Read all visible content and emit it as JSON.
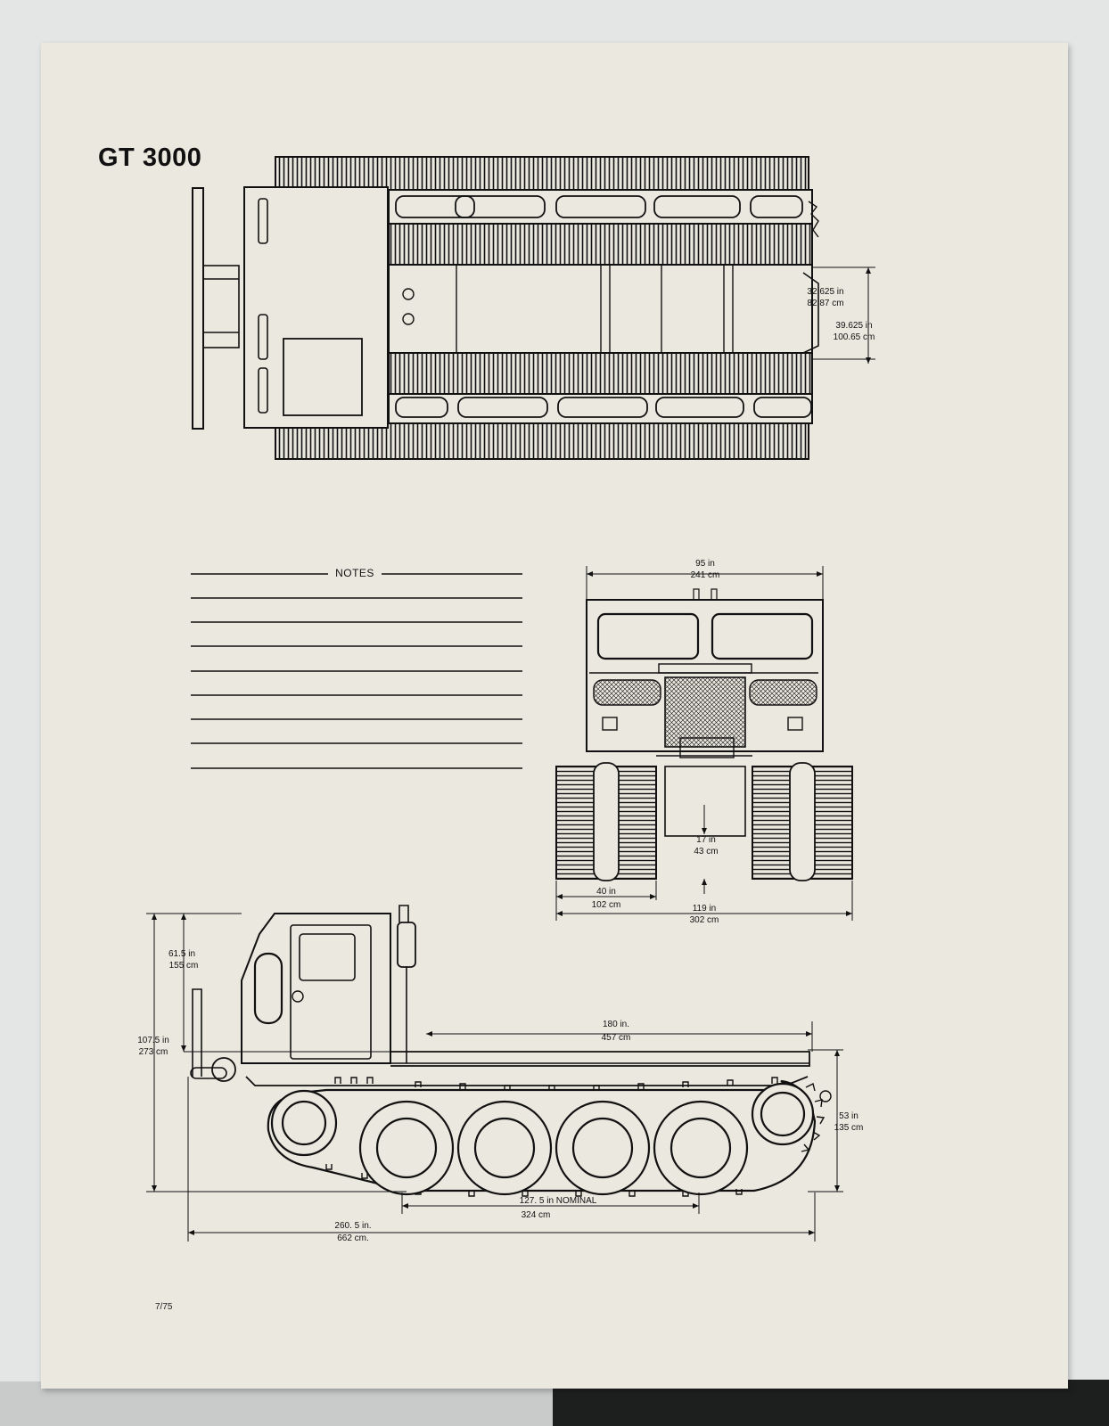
{
  "title": "GT 3000",
  "notes": {
    "heading": "NOTES"
  },
  "footer": {
    "code": "7/75"
  },
  "top_view": {
    "dim_a": [
      "32.625 in",
      "82.87 cm"
    ],
    "dim_b": [
      "39.625 in",
      "100.65 cm"
    ]
  },
  "front_view": {
    "overall_width": [
      "95 in",
      "241 cm"
    ],
    "clearance": [
      "17 in",
      "43 cm"
    ],
    "track_width": [
      "40 in",
      "102 cm"
    ],
    "track_span": [
      "119 in",
      "302 cm"
    ]
  },
  "side_view": {
    "cab_height": [
      "61.5 in",
      "155 cm"
    ],
    "overall_height": [
      "107.5 in",
      "273 cm"
    ],
    "deck_length": [
      "180 in.",
      "457 cm"
    ],
    "deck_height": [
      "53 in",
      "135 cm"
    ],
    "wheelbase": [
      "127. 5 in NOMINAL",
      "324 cm"
    ],
    "overall_length": [
      "260. 5 in.",
      "662 cm."
    ]
  }
}
